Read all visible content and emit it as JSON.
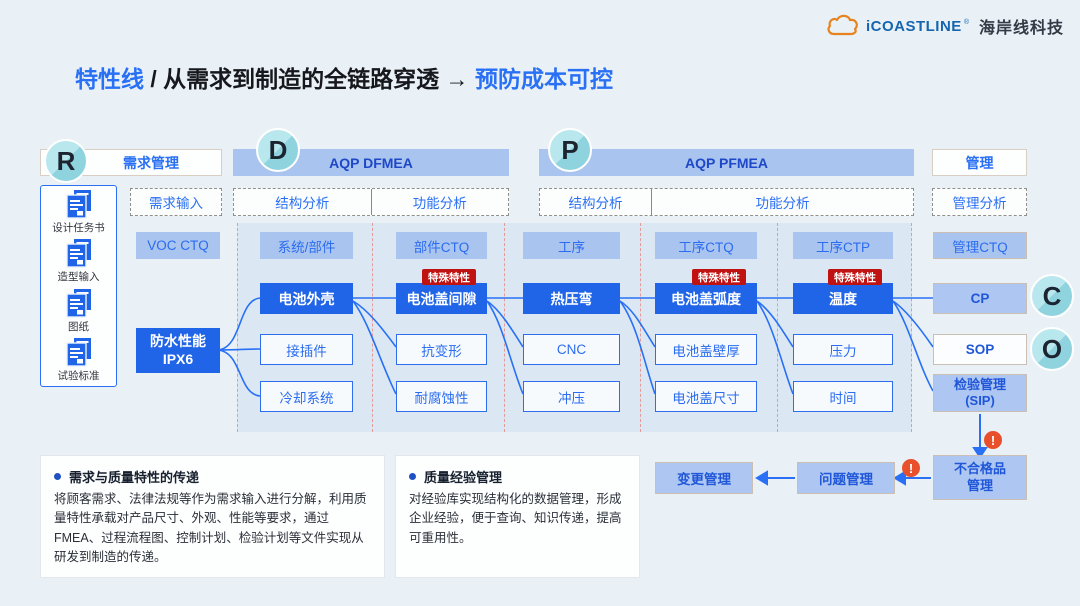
{
  "logo": {
    "brand": "iCOASTLINE",
    "reg": "®",
    "company": "海岸线科技"
  },
  "title": {
    "highlight": "特性线",
    "middle": " / 从需求到制造的全链路穿透 → ",
    "tail": "预防成本可控"
  },
  "lanes": {
    "requirement": {
      "letter": "R",
      "title": "需求管理",
      "sub": "需求输入"
    },
    "dfmea": {
      "letter": "D",
      "title": "AQP DFMEA",
      "sub1": "结构分析",
      "sub2": "功能分析"
    },
    "pfmea": {
      "letter": "P",
      "title": "AQP PFMEA",
      "sub1": "结构分析",
      "sub2": "功能分析"
    },
    "management": {
      "title": "管理",
      "sub": "管理分析"
    }
  },
  "documents": {
    "items": [
      "设计任务书",
      "造型输入",
      "图纸",
      "试验标准"
    ]
  },
  "requirement_column": {
    "label": "VOC CTQ",
    "source": {
      "line1": "防水性能",
      "line2": "IPX6"
    }
  },
  "columns": [
    {
      "header": "系统/部件",
      "primary": "电池外壳",
      "items": [
        "接插件",
        "冷却系统"
      ]
    },
    {
      "header": "部件CTQ",
      "primary": "电池盖间隙",
      "badge": "特殊特性",
      "items": [
        "抗变形",
        "耐腐蚀性"
      ]
    },
    {
      "header": "工序",
      "primary": "热压弯",
      "items": [
        "CNC",
        "冲压"
      ]
    },
    {
      "header": "工序CTQ",
      "primary": "电池盖弧度",
      "badge": "特殊特性",
      "items": [
        "电池盖壁厚",
        "电池盖尺寸"
      ]
    },
    {
      "header": "工序CTP",
      "primary": "温度",
      "badge": "特殊特性",
      "items": [
        "压力",
        "时间"
      ]
    }
  ],
  "management_column": {
    "label": "管理CTQ",
    "cp": "CP",
    "sop": "SOP",
    "sip": {
      "line1": "检验管理",
      "line2": "(SIP)"
    },
    "c_letter": "C",
    "o_letter": "O"
  },
  "bottom_flow": {
    "alert": "!",
    "nonconforming": {
      "line1": "不合格品",
      "line2": "管理"
    },
    "issue": "问题管理",
    "change": "变更管理"
  },
  "notes": [
    {
      "title": "需求与质量特性的传递",
      "body": "将顾客需求、法律法规等作为需求输入进行分解，利用质量特性承载对产品尺寸、外观、性能等要求，通过FMEA、过程流程图、控制计划、检验计划等文件实现从研发到制造的传递。"
    },
    {
      "title": "质量经验管理",
      "body": "对经验库实现结构化的数据管理，形成企业经验，便于查询、知识传递，提高可重用性。"
    }
  ],
  "colors": {
    "accent_blue": "#2970f5",
    "node_blue": "#2064e8",
    "soft_blue": "#a9c4ee",
    "panel_blue": "#dbe8f4",
    "badge_red": "#c11212",
    "alert_red": "#e8502c",
    "teal": "#a5dee8",
    "logo_orange": "#e8821e"
  }
}
